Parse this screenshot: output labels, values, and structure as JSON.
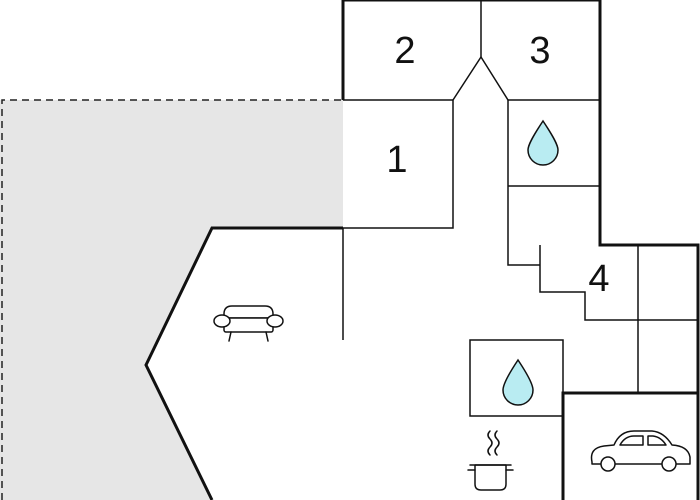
{
  "rooms": [
    {
      "id": "room-1",
      "label": "1"
    },
    {
      "id": "room-2",
      "label": "2"
    },
    {
      "id": "room-3",
      "label": "3"
    },
    {
      "id": "room-4",
      "label": "4"
    }
  ],
  "icons": {
    "upper_bath": "water-drop-icon",
    "lower_bath": "water-drop-icon",
    "living": "sofa-icon",
    "kitchen": "cooking-pot-icon",
    "garage": "car-icon"
  },
  "colors": {
    "water_drop": "#b9ecf2",
    "terrace": "#e6e6e6",
    "wall": "#111111"
  }
}
